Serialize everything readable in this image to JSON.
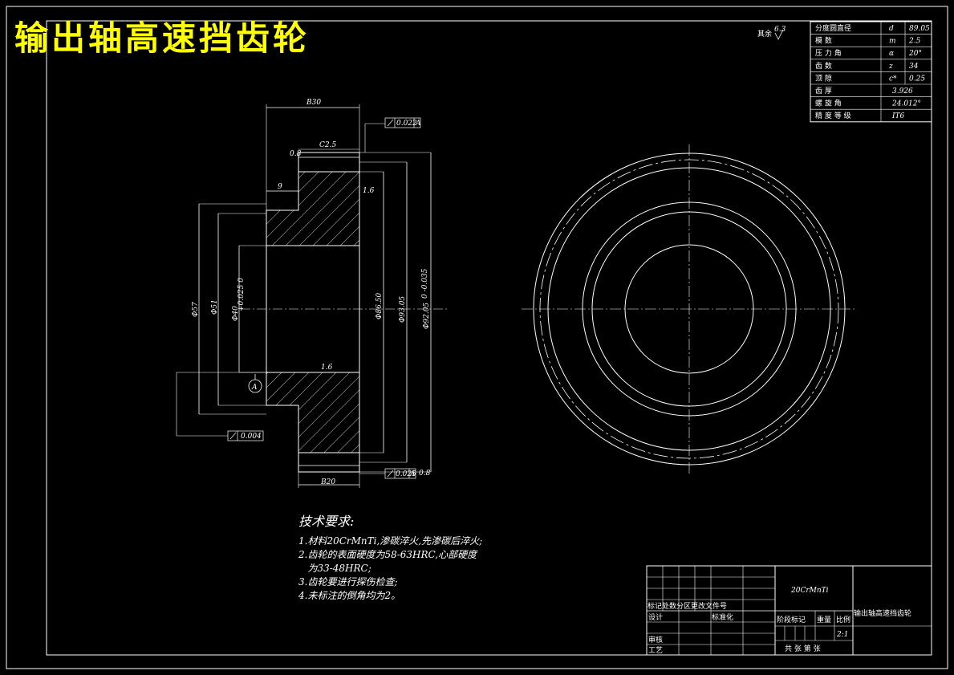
{
  "title": "输出轴高速挡齿轮",
  "roughness_note": "其余",
  "roughness_value": "6.3",
  "gear_params": [
    {
      "label": "分度圆直径",
      "symbol": "d",
      "value": "89.05"
    },
    {
      "label": "模 数",
      "symbol": "m",
      "value": "2.5"
    },
    {
      "label": "压 力 角",
      "symbol": "α",
      "value": "20°"
    },
    {
      "label": "齿 数",
      "symbol": "z",
      "value": "34"
    },
    {
      "label": "顶 隙",
      "symbol": "c*",
      "value": "0.25"
    },
    {
      "label": "齿 厚",
      "symbol": "",
      "value": "3.926"
    },
    {
      "label": "螺 旋 角",
      "symbol": "",
      "value": "24.012°"
    },
    {
      "label": "精 度 等 级",
      "symbol": "",
      "value": "IT6"
    }
  ],
  "dims": {
    "width_top": "B30",
    "chamfer": "C2.5",
    "step": "9",
    "width_bottom": "B20",
    "d1": "Φ57",
    "d2": "Φ51",
    "d3": "Φ40",
    "d3_tol": "+0.025 0",
    "d4": "Φ86.50",
    "d5": "Φ93.05",
    "d6": "Φ92.05",
    "d6_tol": "0 -0.035",
    "tol_top": "0.022",
    "tol_left": "0.004",
    "tol_bottom": "0.025",
    "datum": "A",
    "rough_small": "1.6",
    "rough_right": "1.6",
    "rough_top": "0.8",
    "rough_bottom_r": "0.8"
  },
  "tech_requirements": {
    "heading": "技术要求:",
    "lines": [
      "1.材料20CrMnTi,渗碳淬火,先渗碳后淬火;",
      "2.齿轮的表面硬度为58-63HRC,心部硬度",
      "   为33-48HRC;",
      "3.齿轮要进行探伤检查;",
      "4.未标注的倒角均为2。"
    ]
  },
  "title_block": {
    "material": "20CrMnTi",
    "part_name": "输出轴高速挡齿轮",
    "row_labels": "标记处数分区更改文件号",
    "design": "设计",
    "standard": "标准化",
    "stage": "阶段标记",
    "weight": "重量",
    "scale_label": "比例",
    "scale": "2:1",
    "check": "审核",
    "process": "工艺",
    "sheets": "共 张 第 张"
  }
}
